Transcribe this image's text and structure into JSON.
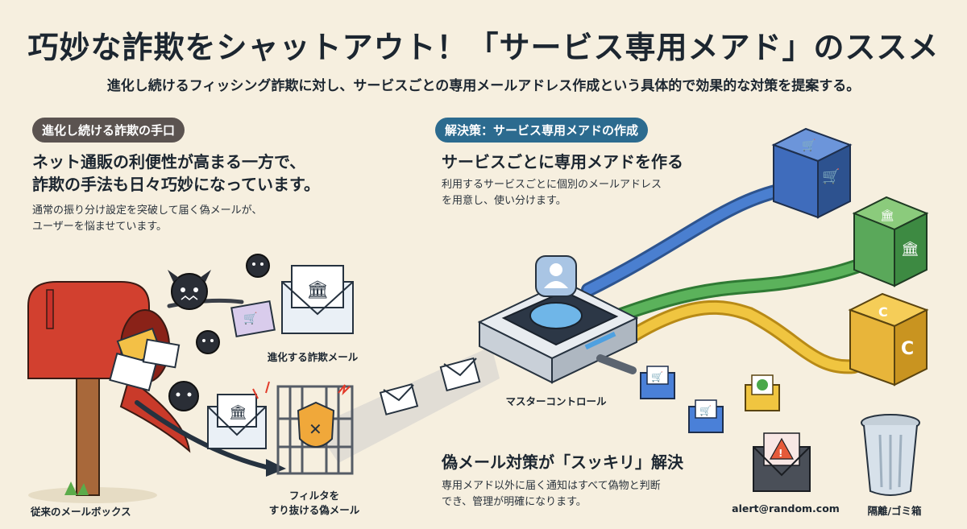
{
  "title": "巧妙な詐欺をシャットアウト！「サービス専用メアド」のススメ",
  "subtitle": "進化し続けるフィッシング詐欺に対し、サービスごとの専用メールアドレス作成という具体的で効果的な対策を提案する。",
  "left": {
    "tag": "進化し続ける詐欺の手口",
    "heading_line1": "ネット通販の利便性が高まる一方で、",
    "heading_line2": "詐欺の手法も日々巧妙になっています。",
    "body_line1": "通常の振り分け設定を突破して届く偽メールが、",
    "body_line2": "ユーザーを悩ませています。",
    "label_evolving": "進化する詐欺メール",
    "label_mailbox": "従来のメールボックス",
    "label_filter_line1": "フィルタを",
    "label_filter_line2": "すり抜ける偽メール"
  },
  "right": {
    "tag": "解決策：サービス専用メアドの作成",
    "heading": "サービスごとに専用メアドを作る",
    "body_line1": "利用するサービスごとに個別のメールアドレス",
    "body_line2": "を用意し、使い分けます。",
    "label_master": "マスターコントロール",
    "heading2": "偽メール対策が「スッキリ」解決",
    "body2_line1": "専用メアド以外に届く通知はすべて偽物と判断",
    "body2_line2": "でき、管理が明確になります。",
    "label_alert": "alert@random.com",
    "label_trash": "隔離/ゴミ箱"
  },
  "colors": {
    "background": "#f6efdf",
    "pipe_blue": "#3d6fc4",
    "pipe_green": "#4a9e4a",
    "pipe_yellow": "#e6b833",
    "mailbox_red": "#d2402f"
  }
}
